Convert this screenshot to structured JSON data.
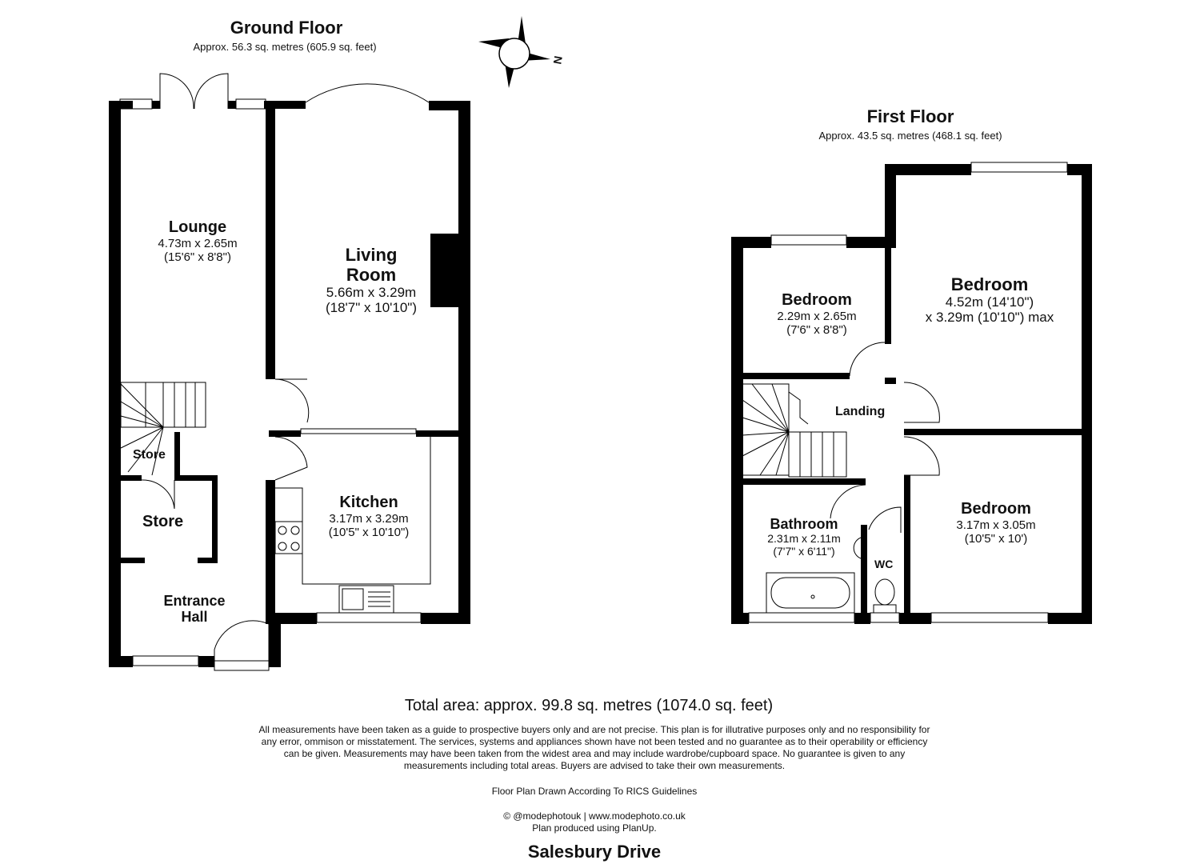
{
  "ground_floor": {
    "title": "Ground Floor",
    "area": "Approx. 56.3 sq. metres (605.9 sq. feet)",
    "rooms": {
      "lounge": {
        "name": "Lounge",
        "dim_m": "4.73m x 2.65m",
        "dim_ft": "(15'6\" x 8'8\")"
      },
      "living_room": {
        "name_line1": "Living",
        "name_line2": "Room",
        "dim_m": "5.66m x 3.29m",
        "dim_ft": "(18'7\" x 10'10\")"
      },
      "kitchen": {
        "name": "Kitchen",
        "dim_m": "3.17m x 3.29m",
        "dim_ft": "(10'5\" x 10'10\")"
      },
      "store_small": {
        "name": "Store"
      },
      "store": {
        "name": "Store"
      },
      "entrance_hall": {
        "name_line1": "Entrance",
        "name_line2": "Hall"
      }
    }
  },
  "first_floor": {
    "title": "First Floor",
    "area": "Approx. 43.5 sq. metres (468.1 sq. feet)",
    "rooms": {
      "bedroom_small": {
        "name": "Bedroom",
        "dim_m": "2.29m x 2.65m",
        "dim_ft": "(7'6\" x 8'8\")"
      },
      "bedroom_main": {
        "name": "Bedroom",
        "dim_line1": "4.52m (14'10\")",
        "dim_line2": "x 3.29m (10'10\") max"
      },
      "bedroom_rear": {
        "name": "Bedroom",
        "dim_m": "3.17m x 3.05m",
        "dim_ft": "(10'5\" x 10')"
      },
      "landing": {
        "name": "Landing"
      },
      "bathroom": {
        "name": "Bathroom",
        "dim_m": "2.31m x 2.11m",
        "dim_ft": "(7'7\" x 6'11\")"
      },
      "wc": {
        "name": "WC"
      }
    }
  },
  "compass": {
    "label": "N"
  },
  "total_area": "Total area: approx. 99.8 sq. metres (1074.0 sq. feet)",
  "disclaimer": {
    "line1": "All measurements have been taken as a guide to prospective buyers only and are not precise. This plan is for illutrative purposes only and no responsibility for",
    "line2": "any error, ommison or misstatement. The services, systems and appliances shown have not been tested and no guarantee as to their operability or efficiency",
    "line3": "can be given. Measurements may have been taken from the widest area and may include wardrobe/cupboard space. No guarantee is given to any",
    "line4": "measurements including total areas. Buyers are advised to take their own measurements."
  },
  "rics_note": "Floor Plan Drawn According To RICS Guidelines",
  "credit_line1": "© @modephotouk | www.modephoto.co.uk",
  "credit_line2": "Plan produced using PlanUp.",
  "address": "Salesbury Drive"
}
